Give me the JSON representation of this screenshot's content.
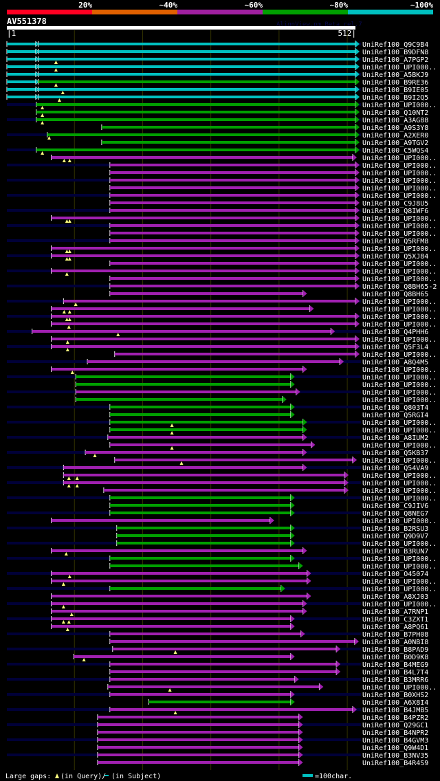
{
  "identity_scale": {
    "labels": [
      "20%",
      "~40%",
      "~60%",
      "~80%",
      "~100%"
    ],
    "colors": [
      "#ff0022",
      "#e06000",
      "#a020a0",
      "#00a000",
      "#00c0c0"
    ]
  },
  "query": {
    "name": "AV551378",
    "start_label": "|1",
    "end_label": "512|",
    "length": 512
  },
  "watermark": "AlignView.pm Beta rel.7",
  "colors": {
    "cyan": "#00c0c0",
    "green": "#00a000",
    "magenta": "#a020b0",
    "stripe": "#000038",
    "gap_mark": "#ffff80",
    "grid": "#333300"
  },
  "alignments": [
    {
      "id": "UniRef100_Q9C9B4",
      "s": 1,
      "e": 512,
      "c": "cyan",
      "pre": true,
      "m": []
    },
    {
      "id": "UniRef100_B9DFN8",
      "s": 1,
      "e": 512,
      "c": "cyan",
      "pre": true,
      "m": []
    },
    {
      "id": "UniRef100_A7PGP2",
      "s": 1,
      "e": 512,
      "c": "cyan",
      "pre": true,
      "m": [
        73
      ]
    },
    {
      "id": "UniRef100_UPI000..",
      "s": 1,
      "e": 512,
      "c": "cyan",
      "pre": true,
      "m": [
        73
      ]
    },
    {
      "id": "UniRef100_A5BKJ9",
      "s": 1,
      "e": 512,
      "c": "cyan",
      "pre": true,
      "m": []
    },
    {
      "id": "UniRef100_B9RE36",
      "s": 1,
      "e": 512,
      "c": "green",
      "pre": true,
      "m": [
        73
      ]
    },
    {
      "id": "UniRef100_B9IE05",
      "s": 1,
      "e": 512,
      "c": "cyan",
      "pre": true,
      "m": [
        83
      ]
    },
    {
      "id": "UniRef100_B9I2Q5",
      "s": 1,
      "e": 512,
      "c": "cyan",
      "pre": true,
      "m": [
        78
      ]
    },
    {
      "id": "UniRef100_UPI000..",
      "s": 44,
      "e": 512,
      "c": "green",
      "m": [
        53
      ]
    },
    {
      "id": "UniRef100_Q10NT2",
      "s": 44,
      "e": 512,
      "c": "green",
      "m": [
        53
      ]
    },
    {
      "id": "UniRef100_A3AG88",
      "s": 44,
      "e": 512,
      "c": "green",
      "m": [
        53
      ]
    },
    {
      "id": "UniRef100_A9S3Y8",
      "s": 140,
      "e": 512,
      "c": "green",
      "m": []
    },
    {
      "id": "UniRef100_A2XER0",
      "s": 60,
      "e": 512,
      "c": "green",
      "m": [
        63
      ]
    },
    {
      "id": "UniRef100_A9TGV2",
      "s": 140,
      "e": 512,
      "c": "green",
      "m": []
    },
    {
      "id": "UniRef100_C5WQS4",
      "s": 44,
      "e": 512,
      "c": "green",
      "m": [
        53
      ]
    },
    {
      "id": "UniRef100_UPI000..",
      "s": 66,
      "e": 508,
      "c": "magenta",
      "m": [
        85,
        93
      ]
    },
    {
      "id": "UniRef100_UPI000..",
      "s": 152,
      "e": 512,
      "c": "magenta",
      "m": []
    },
    {
      "id": "UniRef100_UPI000..",
      "s": 152,
      "e": 512,
      "c": "magenta",
      "m": []
    },
    {
      "id": "UniRef100_UPI000..",
      "s": 152,
      "e": 512,
      "c": "magenta",
      "m": []
    },
    {
      "id": "UniRef100_UPI000..",
      "s": 152,
      "e": 512,
      "c": "magenta",
      "m": []
    },
    {
      "id": "UniRef100_UPI000..",
      "s": 152,
      "e": 512,
      "c": "magenta",
      "m": []
    },
    {
      "id": "UniRef100_C9J8U5",
      "s": 152,
      "e": 512,
      "c": "magenta",
      "m": []
    },
    {
      "id": "UniRef100_Q8IWF6",
      "s": 152,
      "e": 512,
      "c": "magenta",
      "m": []
    },
    {
      "id": "UniRef100_UPI000..",
      "s": 66,
      "e": 512,
      "c": "magenta",
      "m": [
        89,
        93
      ]
    },
    {
      "id": "UniRef100_UPI000..",
      "s": 152,
      "e": 512,
      "c": "magenta",
      "m": []
    },
    {
      "id": "UniRef100_UPI000..",
      "s": 152,
      "e": 512,
      "c": "magenta",
      "m": []
    },
    {
      "id": "UniRef100_Q5RFM8",
      "s": 152,
      "e": 512,
      "c": "magenta",
      "m": []
    },
    {
      "id": "UniRef100_UPI000..",
      "s": 66,
      "e": 512,
      "c": "magenta",
      "m": [
        89,
        93
      ]
    },
    {
      "id": "UniRef100_Q5XJ84",
      "s": 66,
      "e": 512,
      "c": "magenta",
      "m": [
        89,
        93
      ]
    },
    {
      "id": "UniRef100_UPI000..",
      "s": 152,
      "e": 512,
      "c": "magenta",
      "m": []
    },
    {
      "id": "UniRef100_UPI000..",
      "s": 66,
      "e": 512,
      "c": "magenta",
      "m": [
        89
      ]
    },
    {
      "id": "UniRef100_UPI000..",
      "s": 152,
      "e": 512,
      "c": "magenta",
      "m": []
    },
    {
      "id": "UniRef100_Q8BH65-2",
      "s": 152,
      "e": 512,
      "c": "magenta",
      "m": []
    },
    {
      "id": "UniRef100_Q8BH65",
      "s": 152,
      "e": 435,
      "c": "magenta",
      "m": []
    },
    {
      "id": "UniRef100_UPI000..",
      "s": 84,
      "e": 512,
      "c": "magenta",
      "m": [
        102
      ]
    },
    {
      "id": "UniRef100_UPI000..",
      "s": 66,
      "e": 445,
      "c": "magenta",
      "m": [
        85,
        93
      ]
    },
    {
      "id": "UniRef100_UPI000..",
      "s": 66,
      "e": 512,
      "c": "magenta",
      "m": [
        89,
        93
      ]
    },
    {
      "id": "UniRef100_UPI000..",
      "s": 66,
      "e": 512,
      "c": "magenta",
      "m": [
        92
      ]
    },
    {
      "id": "UniRef100_Q4PHH6",
      "s": 38,
      "e": 476,
      "c": "magenta",
      "m": [
        164
      ]
    },
    {
      "id": "UniRef100_UPI000..",
      "s": 66,
      "e": 512,
      "c": "magenta",
      "m": [
        90
      ]
    },
    {
      "id": "UniRef100_Q5F3L4",
      "s": 66,
      "e": 512,
      "c": "magenta",
      "m": [
        90
      ]
    },
    {
      "id": "UniRef100_UPI000..",
      "s": 159,
      "e": 512,
      "c": "magenta",
      "m": []
    },
    {
      "id": "UniRef100_A8Q4M5",
      "s": 119,
      "e": 489,
      "c": "magenta",
      "m": []
    },
    {
      "id": "UniRef100_UPI000..",
      "s": 66,
      "e": 435,
      "c": "magenta",
      "m": [
        97
      ]
    },
    {
      "id": "UniRef100_UPI000..",
      "s": 102,
      "e": 417,
      "c": "green",
      "m": []
    },
    {
      "id": "UniRef100_UPI000..",
      "s": 102,
      "e": 417,
      "c": "green",
      "m": []
    },
    {
      "id": "UniRef100_UPI000..",
      "s": 102,
      "e": 425,
      "c": "magenta",
      "m": []
    },
    {
      "id": "UniRef100_UPI000..",
      "s": 102,
      "e": 405,
      "c": "green",
      "m": []
    },
    {
      "id": "UniRef100_Q803T4",
      "s": 152,
      "e": 417,
      "c": "green",
      "m": []
    },
    {
      "id": "UniRef100_Q5RGI4",
      "s": 152,
      "e": 417,
      "c": "green",
      "m": []
    },
    {
      "id": "UniRef100_UPI000..",
      "s": 152,
      "e": 435,
      "c": "green",
      "m": [
        243
      ]
    },
    {
      "id": "UniRef100_UPI000..",
      "s": 152,
      "e": 435,
      "c": "green",
      "m": [
        243
      ]
    },
    {
      "id": "UniRef100_A8IUM2",
      "s": 149,
      "e": 435,
      "c": "magenta",
      "m": []
    },
    {
      "id": "UniRef100_UPI000..",
      "s": 152,
      "e": 447,
      "c": "magenta",
      "m": [
        243
      ]
    },
    {
      "id": "UniRef100_Q5KB37",
      "s": 116,
      "e": 435,
      "c": "magenta",
      "m": [
        130
      ]
    },
    {
      "id": "UniRef100_UPI000..",
      "s": 159,
      "e": 508,
      "c": "magenta",
      "m": [
        257
      ]
    },
    {
      "id": "UniRef100_Q54VA9",
      "s": 84,
      "e": 435,
      "c": "magenta",
      "m": []
    },
    {
      "id": "UniRef100_UPI000..",
      "s": 84,
      "e": 496,
      "c": "magenta",
      "m": [
        92,
        104
      ]
    },
    {
      "id": "UniRef100_UPI000..",
      "s": 84,
      "e": 496,
      "c": "magenta",
      "m": [
        92,
        104
      ]
    },
    {
      "id": "UniRef100_UPI000..",
      "s": 143,
      "e": 496,
      "c": "magenta",
      "m": []
    },
    {
      "id": "UniRef100_UPI000..",
      "s": 152,
      "e": 417,
      "c": "green",
      "m": []
    },
    {
      "id": "UniRef100_C9JIV6",
      "s": 152,
      "e": 417,
      "c": "green",
      "m": []
    },
    {
      "id": "UniRef100_Q8NEG7",
      "s": 152,
      "e": 417,
      "c": "green",
      "m": []
    },
    {
      "id": "UniRef100_UPI000..",
      "s": 66,
      "e": 387,
      "c": "magenta",
      "m": []
    },
    {
      "id": "UniRef100_B2RSU3",
      "s": 162,
      "e": 417,
      "c": "green",
      "m": []
    },
    {
      "id": "UniRef100_Q9D9V7",
      "s": 162,
      "e": 417,
      "c": "green",
      "m": []
    },
    {
      "id": "UniRef100_UPI000..",
      "s": 162,
      "e": 417,
      "c": "green",
      "m": []
    },
    {
      "id": "UniRef100_B3RUN7",
      "s": 66,
      "e": 435,
      "c": "magenta",
      "m": [
        88
      ]
    },
    {
      "id": "UniRef100_UPI000..",
      "s": 152,
      "e": 417,
      "c": "green",
      "m": []
    },
    {
      "id": "UniRef100_UPI000..",
      "s": 152,
      "e": 429,
      "c": "green",
      "m": []
    },
    {
      "id": "UniRef100_O45074",
      "s": 66,
      "e": 441,
      "c": "magenta",
      "m": [
        93
      ]
    },
    {
      "id": "UniRef100_UPI000..",
      "s": 66,
      "e": 441,
      "c": "magenta",
      "m": [
        84
      ]
    },
    {
      "id": "UniRef100_UPI000..",
      "s": 152,
      "e": 403,
      "c": "green",
      "m": []
    },
    {
      "id": "UniRef100_A8XJ03",
      "s": 66,
      "e": 441,
      "c": "magenta",
      "m": []
    },
    {
      "id": "UniRef100_UPI000..",
      "s": 66,
      "e": 435,
      "c": "magenta",
      "m": [
        84
      ]
    },
    {
      "id": "UniRef100_A7RNP1",
      "s": 66,
      "e": 435,
      "c": "magenta",
      "m": [
        96
      ]
    },
    {
      "id": "UniRef100_C3ZXT1",
      "s": 66,
      "e": 417,
      "c": "magenta",
      "m": [
        84,
        92
      ]
    },
    {
      "id": "UniRef100_A8PQ61",
      "s": 66,
      "e": 417,
      "c": "magenta",
      "m": [
        90
      ]
    },
    {
      "id": "UniRef100_B7PH08",
      "s": 152,
      "e": 432,
      "c": "magenta",
      "m": []
    },
    {
      "id": "UniRef100_A0NBI8",
      "s": 152,
      "e": 511,
      "c": "magenta",
      "m": []
    },
    {
      "id": "UniRef100_B8PAD9",
      "s": 156,
      "e": 484,
      "c": "magenta",
      "m": [
        248
      ]
    },
    {
      "id": "UniRef100_B0D9K8",
      "s": 99,
      "e": 417,
      "c": "magenta",
      "m": [
        114
      ]
    },
    {
      "id": "UniRef100_B4MEG9",
      "s": 152,
      "e": 484,
      "c": "magenta",
      "m": []
    },
    {
      "id": "UniRef100_B4L7T4",
      "s": 152,
      "e": 484,
      "c": "magenta",
      "m": []
    },
    {
      "id": "UniRef100_B3MRR6",
      "s": 152,
      "e": 423,
      "c": "magenta",
      "m": []
    },
    {
      "id": "UniRef100_UPI000..",
      "s": 149,
      "e": 459,
      "c": "magenta",
      "m": [
        240
      ]
    },
    {
      "id": "UniRef100_B0XHS2",
      "s": 152,
      "e": 417,
      "c": "magenta",
      "m": []
    },
    {
      "id": "UniRef100_A6X8I4",
      "s": 209,
      "e": 417,
      "c": "green",
      "m": []
    },
    {
      "id": "UniRef100_B4JMB5",
      "s": 152,
      "e": 508,
      "c": "magenta",
      "m": [
        248
      ]
    },
    {
      "id": "UniRef100_B4PZR2",
      "s": 134,
      "e": 429,
      "c": "magenta",
      "m": []
    },
    {
      "id": "UniRef100_Q29GC1",
      "s": 134,
      "e": 429,
      "c": "magenta",
      "m": []
    },
    {
      "id": "UniRef100_B4NPR2",
      "s": 134,
      "e": 429,
      "c": "magenta",
      "m": []
    },
    {
      "id": "UniRef100_B4GVM3",
      "s": 134,
      "e": 429,
      "c": "magenta",
      "m": []
    },
    {
      "id": "UniRef100_Q9W4D1",
      "s": 134,
      "e": 429,
      "c": "magenta",
      "m": []
    },
    {
      "id": "UniRef100_B3NV35",
      "s": 134,
      "e": 429,
      "c": "magenta",
      "m": []
    },
    {
      "id": "UniRef100_B4R4S9",
      "s": 134,
      "e": 429,
      "c": "magenta",
      "m": []
    }
  ],
  "footer": {
    "gaps_label": "Large gaps:",
    "query_gap_label": "(in Query)/",
    "subject_gap_label": "(in Subject)",
    "scale_label": "=100char."
  }
}
